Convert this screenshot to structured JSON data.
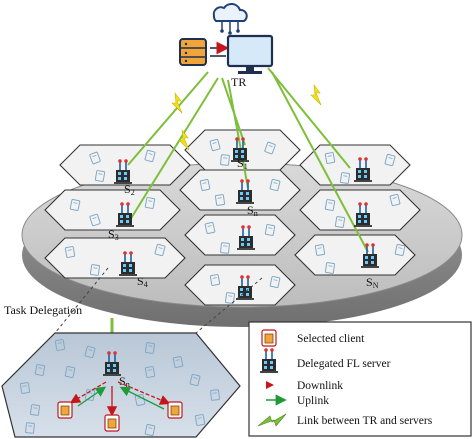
{
  "tr_label": "TR",
  "servers": [
    {
      "label": "S",
      "sub": "1"
    },
    {
      "label": "S",
      "sub": "2"
    },
    {
      "label": "S",
      "sub": "3"
    },
    {
      "label": "S",
      "sub": "4"
    },
    {
      "label": "S",
      "sub": "n"
    },
    {
      "label": "S",
      "sub": "N"
    }
  ],
  "task_delegation_label": "Task Delegation",
  "zoom_server": {
    "label": "S",
    "sub": "n"
  },
  "legend": {
    "selected_client": "Selected client",
    "delegated_server": "Delegated FL server",
    "downlink": "Downlink",
    "uplink": "Uplink",
    "link_tr_servers": "Link between TR and servers"
  },
  "colors": {
    "downlink": "#c4161c",
    "uplink": "#1f9a3a",
    "link": "#7dbf3a",
    "bolt": "#f3e015",
    "client": "#e07a1a",
    "tower": "#1f5fa8"
  }
}
